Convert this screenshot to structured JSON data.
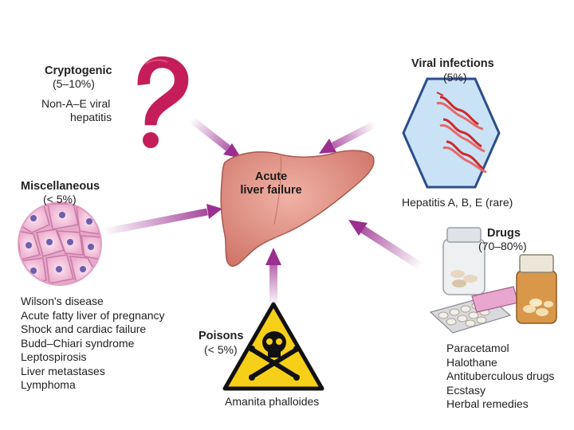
{
  "center": {
    "line1": "Acute",
    "line2": "liver failure"
  },
  "cryptogenic": {
    "title": "Cryptogenic",
    "percent": "(5–10%)",
    "desc_line1": "Non-A–E viral",
    "desc_line2": "hepatitis",
    "icon": "question-mark-icon"
  },
  "viral": {
    "title": "Viral infections",
    "percent": "(5%)",
    "desc": "Hepatitis A, B, E (rare)",
    "icon": "virus-dna-icon"
  },
  "misc": {
    "title": "Miscellaneous",
    "percent": "(< 5%)",
    "icon": "liver-cells-icon",
    "items": [
      "Wilson's disease",
      "Acute fatty liver of pregnancy",
      "Shock and cardiac failure",
      "Budd–Chiari syndrome",
      "Leptospirosis",
      "Liver metastases",
      "Lymphoma"
    ]
  },
  "poisons": {
    "title": "Poisons",
    "percent": "(< 5%)",
    "desc": "Amanita phalloides",
    "icon": "skull-crossbones-icon"
  },
  "drugs": {
    "title": "Drugs",
    "percent": "(70–80%)",
    "icon": "pill-bottles-icon",
    "items": [
      "Paracetamol",
      "Halothane",
      "Antituberculous drugs",
      "Ecstasy",
      "Herbal remedies"
    ]
  },
  "colors": {
    "arrow": "#9a2f8f",
    "liver": "#d98880",
    "question": "#c51d5a",
    "hexagon": "#c9e2f6",
    "warning": "#f6cf18",
    "cell": "#f3c6de"
  }
}
